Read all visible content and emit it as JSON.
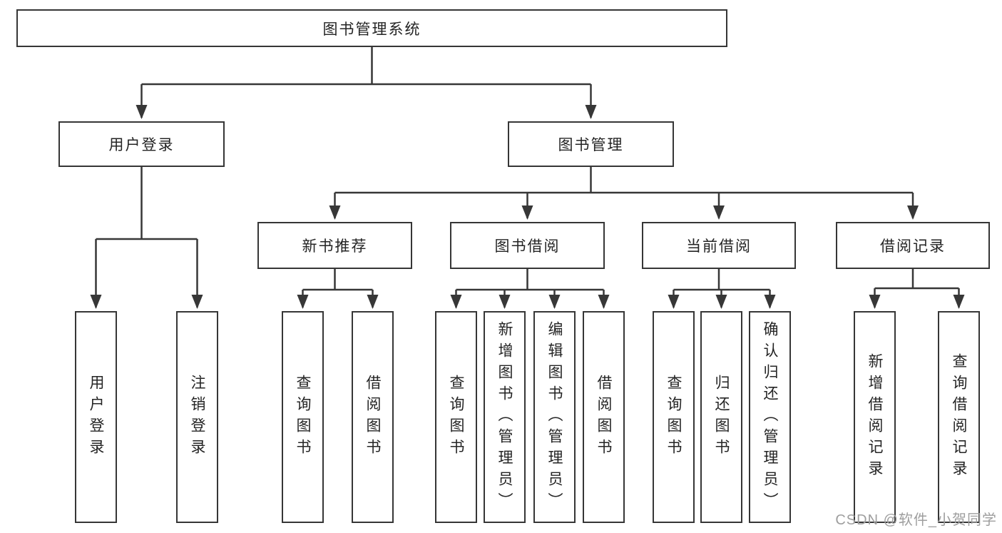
{
  "diagram": {
    "type": "hierarchy-tree",
    "colors": {
      "line": "#373737",
      "box_border": "#363636",
      "text": "#242424",
      "watermark": "#9e9e9e",
      "background": "#ffffff"
    },
    "tree": {
      "root": {
        "label": "图书管理系统",
        "children": [
          {
            "label": "用户登录",
            "children": [
              {
                "label": "用户登录"
              },
              {
                "label": "注销登录"
              }
            ]
          },
          {
            "label": "图书管理",
            "children": [
              {
                "label": "新书推荐",
                "children": [
                  {
                    "label": "查询图书"
                  },
                  {
                    "label": "借阅图书"
                  }
                ]
              },
              {
                "label": "图书借阅",
                "children": [
                  {
                    "label": "查询图书"
                  },
                  {
                    "label": "新增图书（管理员）"
                  },
                  {
                    "label": "编辑图书（管理员）"
                  },
                  {
                    "label": "借阅图书"
                  }
                ]
              },
              {
                "label": "当前借阅",
                "children": [
                  {
                    "label": "查询图书"
                  },
                  {
                    "label": "归还图书"
                  },
                  {
                    "label": "确认归还（管理员）"
                  }
                ]
              },
              {
                "label": "借阅记录",
                "children": [
                  {
                    "label": "新增借阅记录"
                  },
                  {
                    "label": "查询借阅记录"
                  }
                ]
              }
            ]
          }
        ]
      }
    },
    "watermark": "CSDN @软件_小贺同学"
  }
}
